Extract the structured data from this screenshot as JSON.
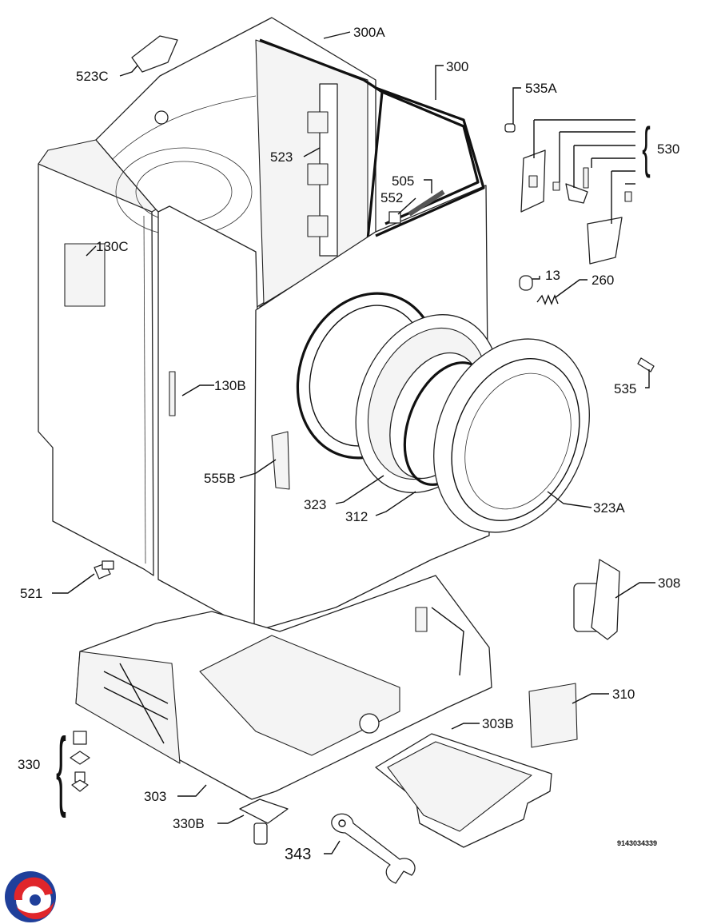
{
  "diagram": {
    "catalog_number": "9143034339",
    "brace_530": "{",
    "brace_330": "{",
    "labels": [
      {
        "id": "300A",
        "text": "300A"
      },
      {
        "id": "300",
        "text": "300"
      },
      {
        "id": "523C",
        "text": "523C"
      },
      {
        "id": "535A",
        "text": "535A"
      },
      {
        "id": "530",
        "text": "530"
      },
      {
        "id": "523",
        "text": "523"
      },
      {
        "id": "505",
        "text": "505"
      },
      {
        "id": "552",
        "text": "552"
      },
      {
        "id": "130C",
        "text": "130C"
      },
      {
        "id": "13",
        "text": "13"
      },
      {
        "id": "260",
        "text": "260"
      },
      {
        "id": "130B",
        "text": "130B"
      },
      {
        "id": "535",
        "text": "535"
      },
      {
        "id": "555B",
        "text": "555B"
      },
      {
        "id": "323",
        "text": "323"
      },
      {
        "id": "312",
        "text": "312"
      },
      {
        "id": "323A",
        "text": "323A"
      },
      {
        "id": "521",
        "text": "521"
      },
      {
        "id": "308",
        "text": "308"
      },
      {
        "id": "310",
        "text": "310"
      },
      {
        "id": "303B",
        "text": "303B"
      },
      {
        "id": "330",
        "text": "330"
      },
      {
        "id": "303",
        "text": "303"
      },
      {
        "id": "330B",
        "text": "330B"
      },
      {
        "id": "343",
        "text": "343"
      }
    ],
    "logo_colors": {
      "blue": "#1f3f9a",
      "red": "#e0262b"
    }
  }
}
